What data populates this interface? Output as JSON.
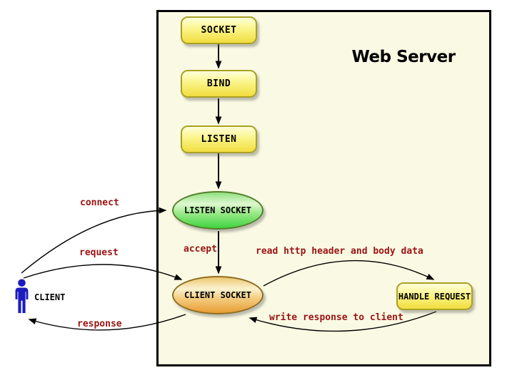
{
  "diagram": {
    "title": "Web Server",
    "nodes": {
      "socket": "SOCKET",
      "bind": "BIND",
      "listen": "LISTEN",
      "listen_socket": "LISTEN SOCKET",
      "client_socket": "CLIENT SOCKET",
      "handle_request": "HANDLE REQUEST",
      "client": "CLIENT"
    },
    "edge_labels": {
      "connect": "connect",
      "request": "request",
      "response": "response",
      "accept": "accept",
      "read_http": "read http header and body data",
      "write_response": "write response to client"
    },
    "flow": [
      {
        "from": "SOCKET",
        "to": "BIND",
        "label": ""
      },
      {
        "from": "BIND",
        "to": "LISTEN",
        "label": ""
      },
      {
        "from": "LISTEN",
        "to": "LISTEN SOCKET",
        "label": ""
      },
      {
        "from": "LISTEN SOCKET",
        "to": "CLIENT SOCKET",
        "label": "accept"
      },
      {
        "from": "CLIENT",
        "to": "LISTEN SOCKET",
        "label": "connect"
      },
      {
        "from": "CLIENT",
        "to": "CLIENT SOCKET",
        "label": "request"
      },
      {
        "from": "CLIENT SOCKET",
        "to": "CLIENT",
        "label": "response"
      },
      {
        "from": "CLIENT SOCKET",
        "to": "HANDLE REQUEST",
        "label": "read http header and body data"
      },
      {
        "from": "HANDLE REQUEST",
        "to": "CLIENT SOCKET",
        "label": "write response to client"
      }
    ]
  },
  "colors": {
    "panel_bg": "#FAFAE4",
    "panel_border": "#000000",
    "node_yellow_top": "#FFFFDA",
    "node_yellow_bottom": "#F1DD3E",
    "node_border_yellow": "#A9A125",
    "green_top": "#8FE080",
    "green_light": "#DFF8D0",
    "green_bottom": "#3ED43E",
    "green_border": "#567F2B",
    "orange_top": "#EDC76E",
    "orange_light": "#FBF2CF",
    "orange_bottom": "#E89C33",
    "orange_border": "#8F6F22",
    "label_red": "#9B1313",
    "client_blue": "#1C1CBE",
    "arrow_black": "#000000"
  }
}
